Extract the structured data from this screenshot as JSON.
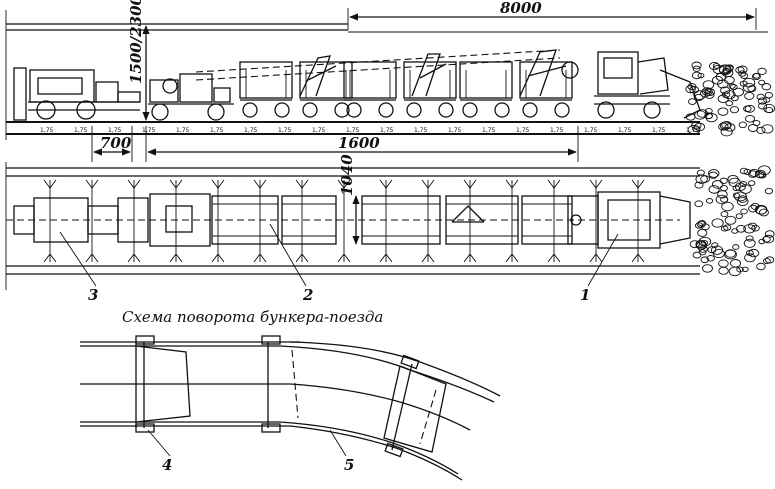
{
  "dimensions": {
    "length_total": "8000",
    "height": "1500/2300",
    "spacing": "700",
    "length_mid": "1600",
    "width": "1040"
  },
  "callouts": {
    "c1": "1",
    "c2": "2",
    "c3": "3",
    "c4": "4",
    "c5": "5"
  },
  "caption": "Схема поворота бункера-поезда",
  "rail_marks": [
    "1,75",
    "1,75",
    "1,75",
    "1,75",
    "1,75",
    "1,75",
    "1,75",
    "1,75",
    "1,75",
    "1,75",
    "1,75",
    "1,75",
    "1,75",
    "1,75",
    "1,75",
    "1,75",
    "1,75",
    "1,75",
    "1,75",
    "1,75"
  ]
}
